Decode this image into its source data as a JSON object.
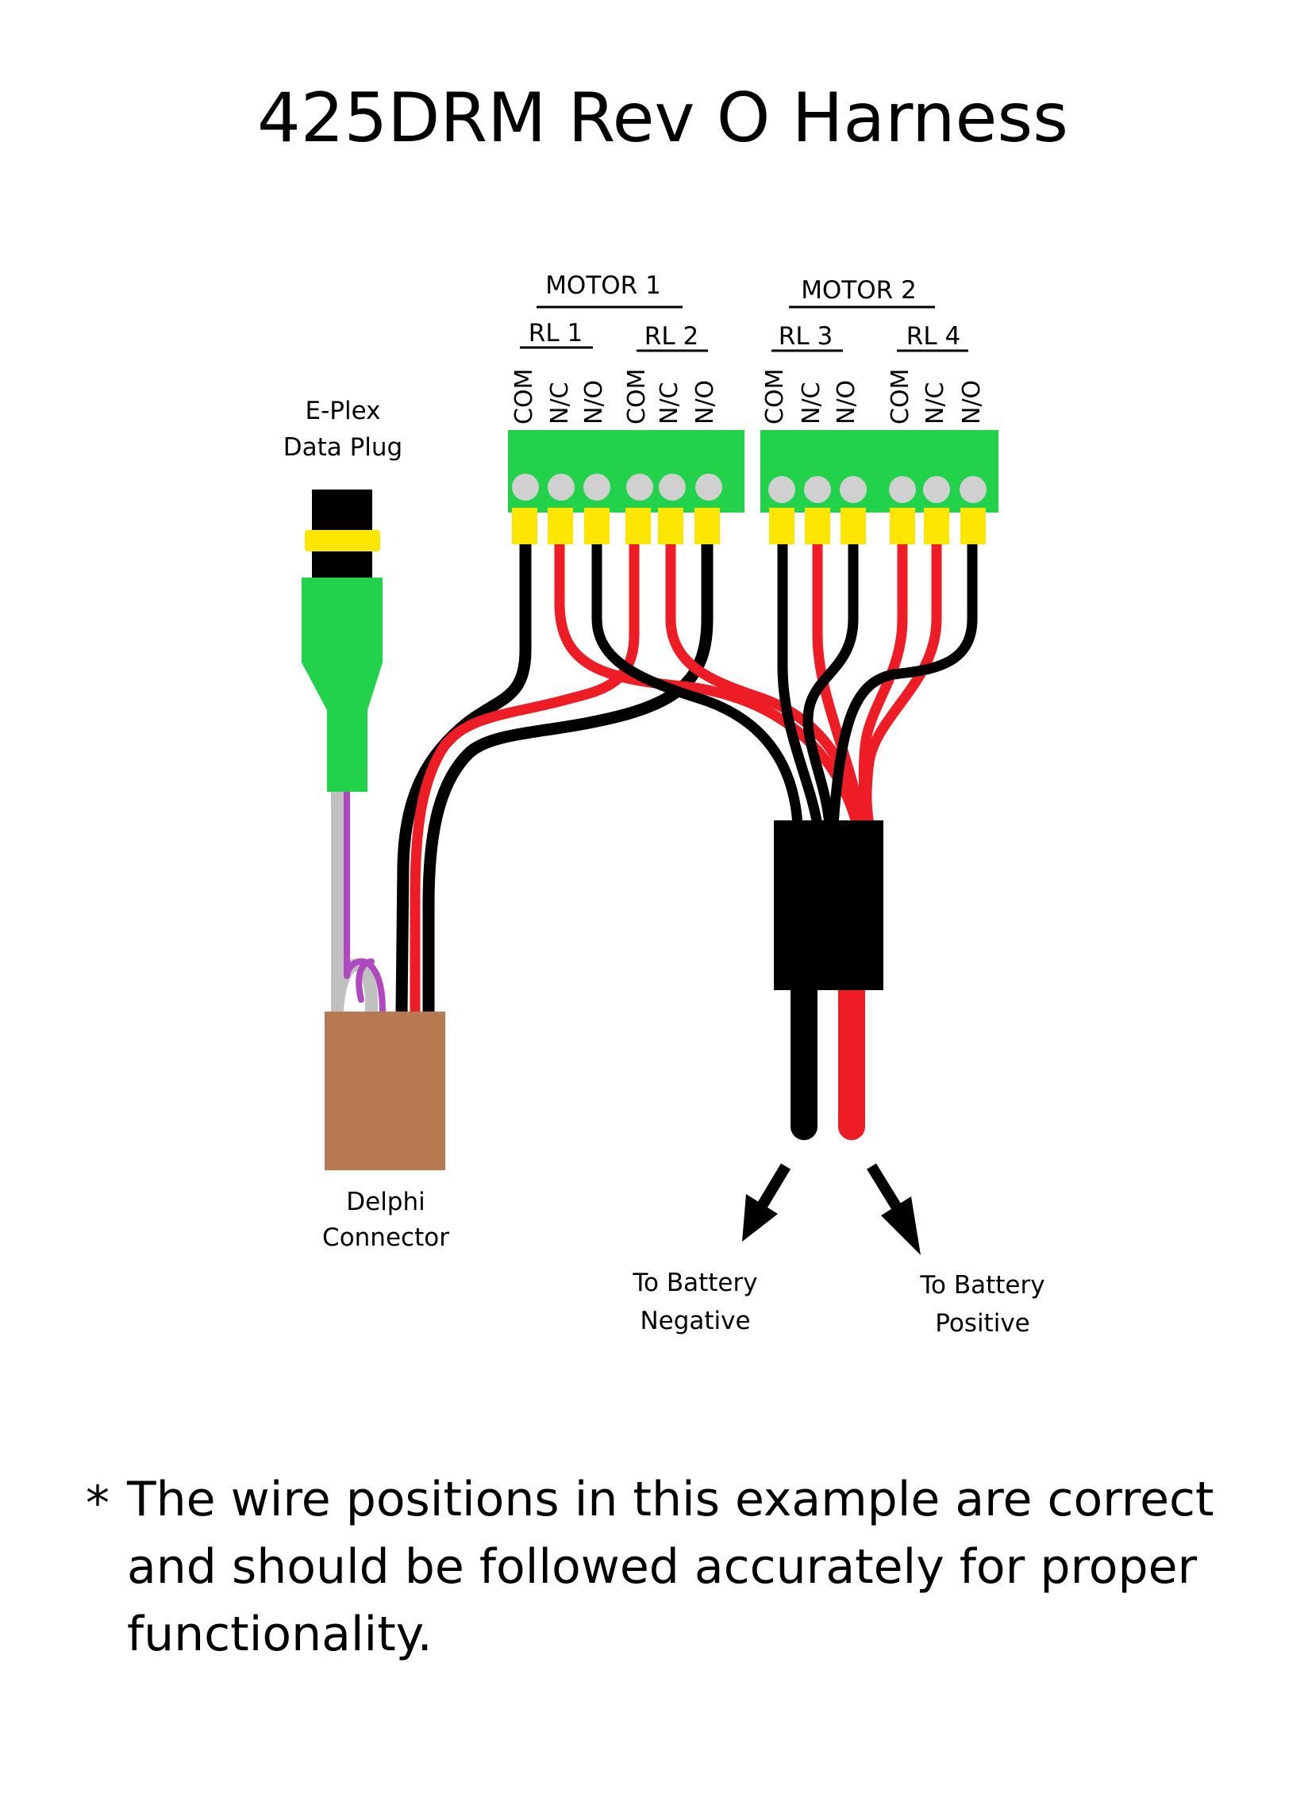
{
  "title": "425DRM Rev O Harness",
  "motors": [
    {
      "label": "MOTOR 1",
      "relays": [
        {
          "label": "RL 1"
        },
        {
          "label": "RL 2"
        }
      ]
    },
    {
      "label": "MOTOR 2",
      "relays": [
        {
          "label": "RL 3"
        },
        {
          "label": "RL 4"
        }
      ]
    }
  ],
  "pin_labels": [
    "COM",
    "N/C",
    "N/O",
    "COM",
    "N/C",
    "N/O",
    "COM",
    "N/C",
    "N/O",
    "COM",
    "N/C",
    "N/O"
  ],
  "eplex_label": [
    "E-Plex",
    "Data Plug"
  ],
  "delphi_label": [
    "Delphi",
    "Connector"
  ],
  "battery_negative_label": [
    "To Battery",
    "Negative"
  ],
  "battery_positive_label": [
    "To Battery",
    "Positive"
  ],
  "note": {
    "bullet": "*",
    "lines": [
      "The wire positions in this example are correct",
      "and should be followed accurately for proper",
      "functionality."
    ]
  },
  "colors": {
    "terminal_block": "#22d24a",
    "terminal_screw": "#d0d0d0",
    "crimp": "#ffe600",
    "wire_black": "#000000",
    "wire_red": "#ee1c25",
    "wire_gray": "#c0c0c0",
    "wire_purple": "#b048c0",
    "delphi_connector": "#b87850",
    "eplex_plug": "#22d24a",
    "heat_shrink": "#000000"
  }
}
